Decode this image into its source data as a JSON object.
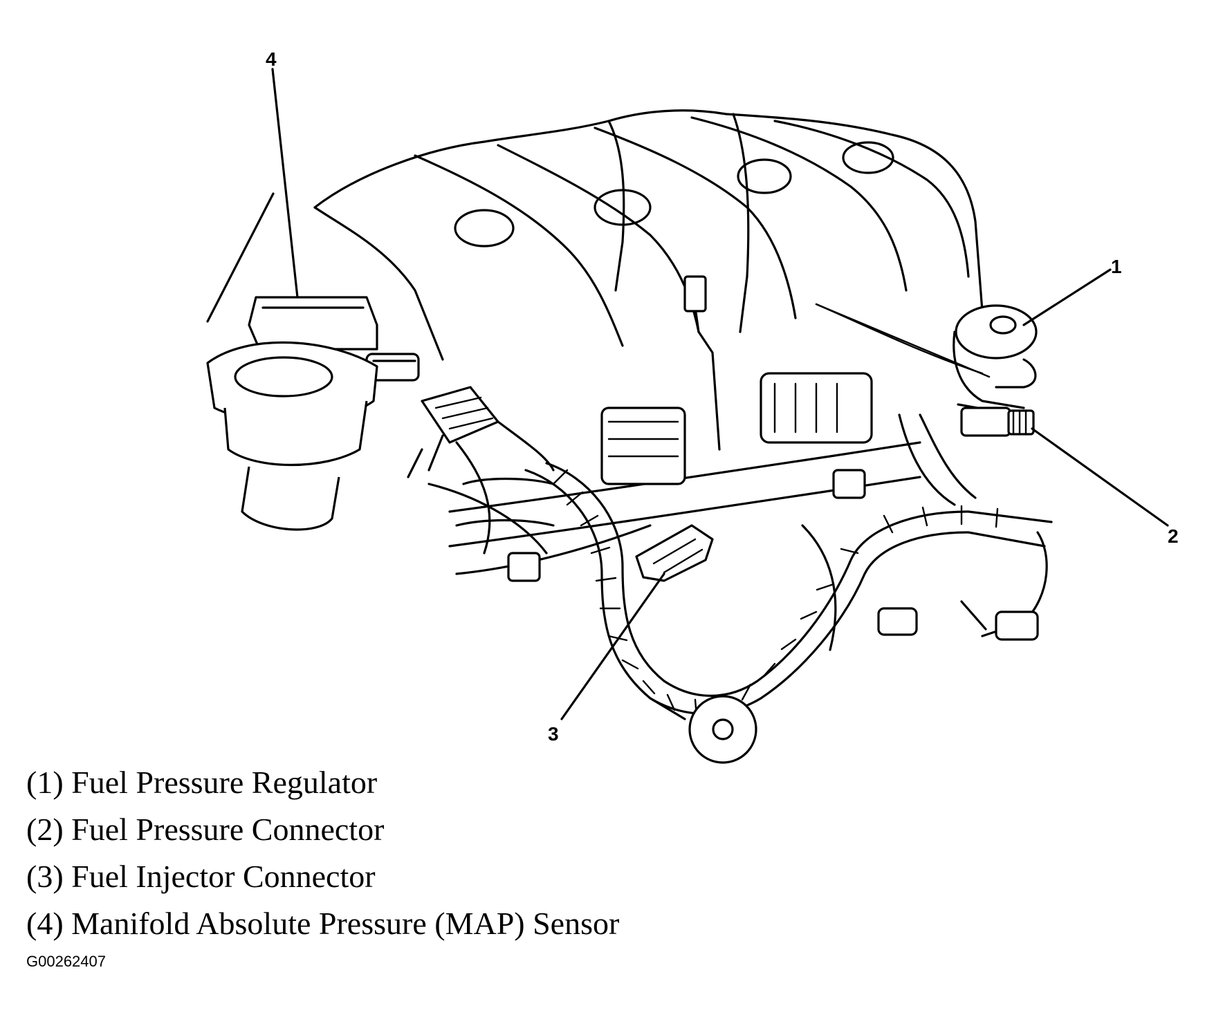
{
  "callouts": [
    "1",
    "2",
    "3",
    "4"
  ],
  "legend": [
    "(1) Fuel Pressure Regulator",
    "(2) Fuel Pressure Connector",
    "(3) Fuel Injector Connector",
    "(4) Manifold Absolute Pressure (MAP) Sensor"
  ],
  "figure_id": "G00262407",
  "colors": {
    "ink": "#000000",
    "paper": "#ffffff"
  }
}
